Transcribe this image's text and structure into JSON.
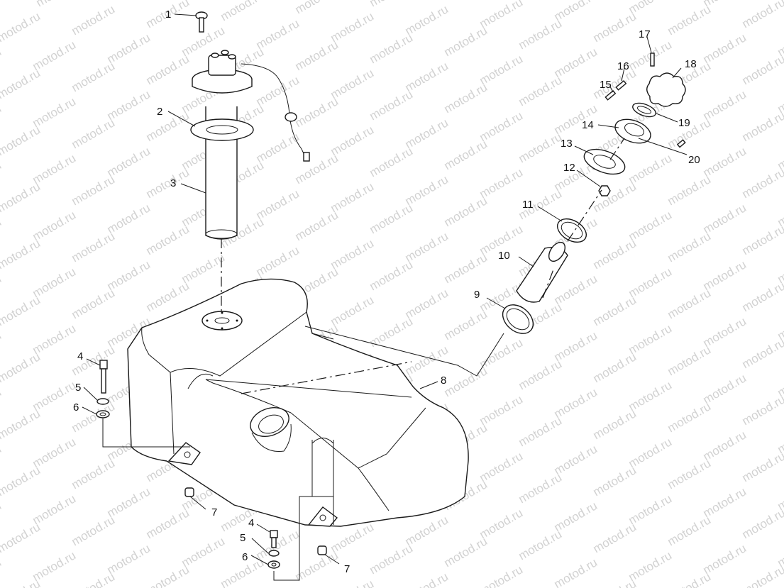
{
  "diagram": {
    "type": "exploded-parts-diagram",
    "watermark": "motod.ru",
    "callouts": [
      "1",
      "2",
      "3",
      "4",
      "5",
      "6",
      "7",
      "8",
      "9",
      "10",
      "11",
      "12",
      "13",
      "14",
      "15",
      "16",
      "17",
      "18",
      "19",
      "20"
    ],
    "duplicate_callouts": [
      "4",
      "5",
      "6",
      "7"
    ]
  }
}
